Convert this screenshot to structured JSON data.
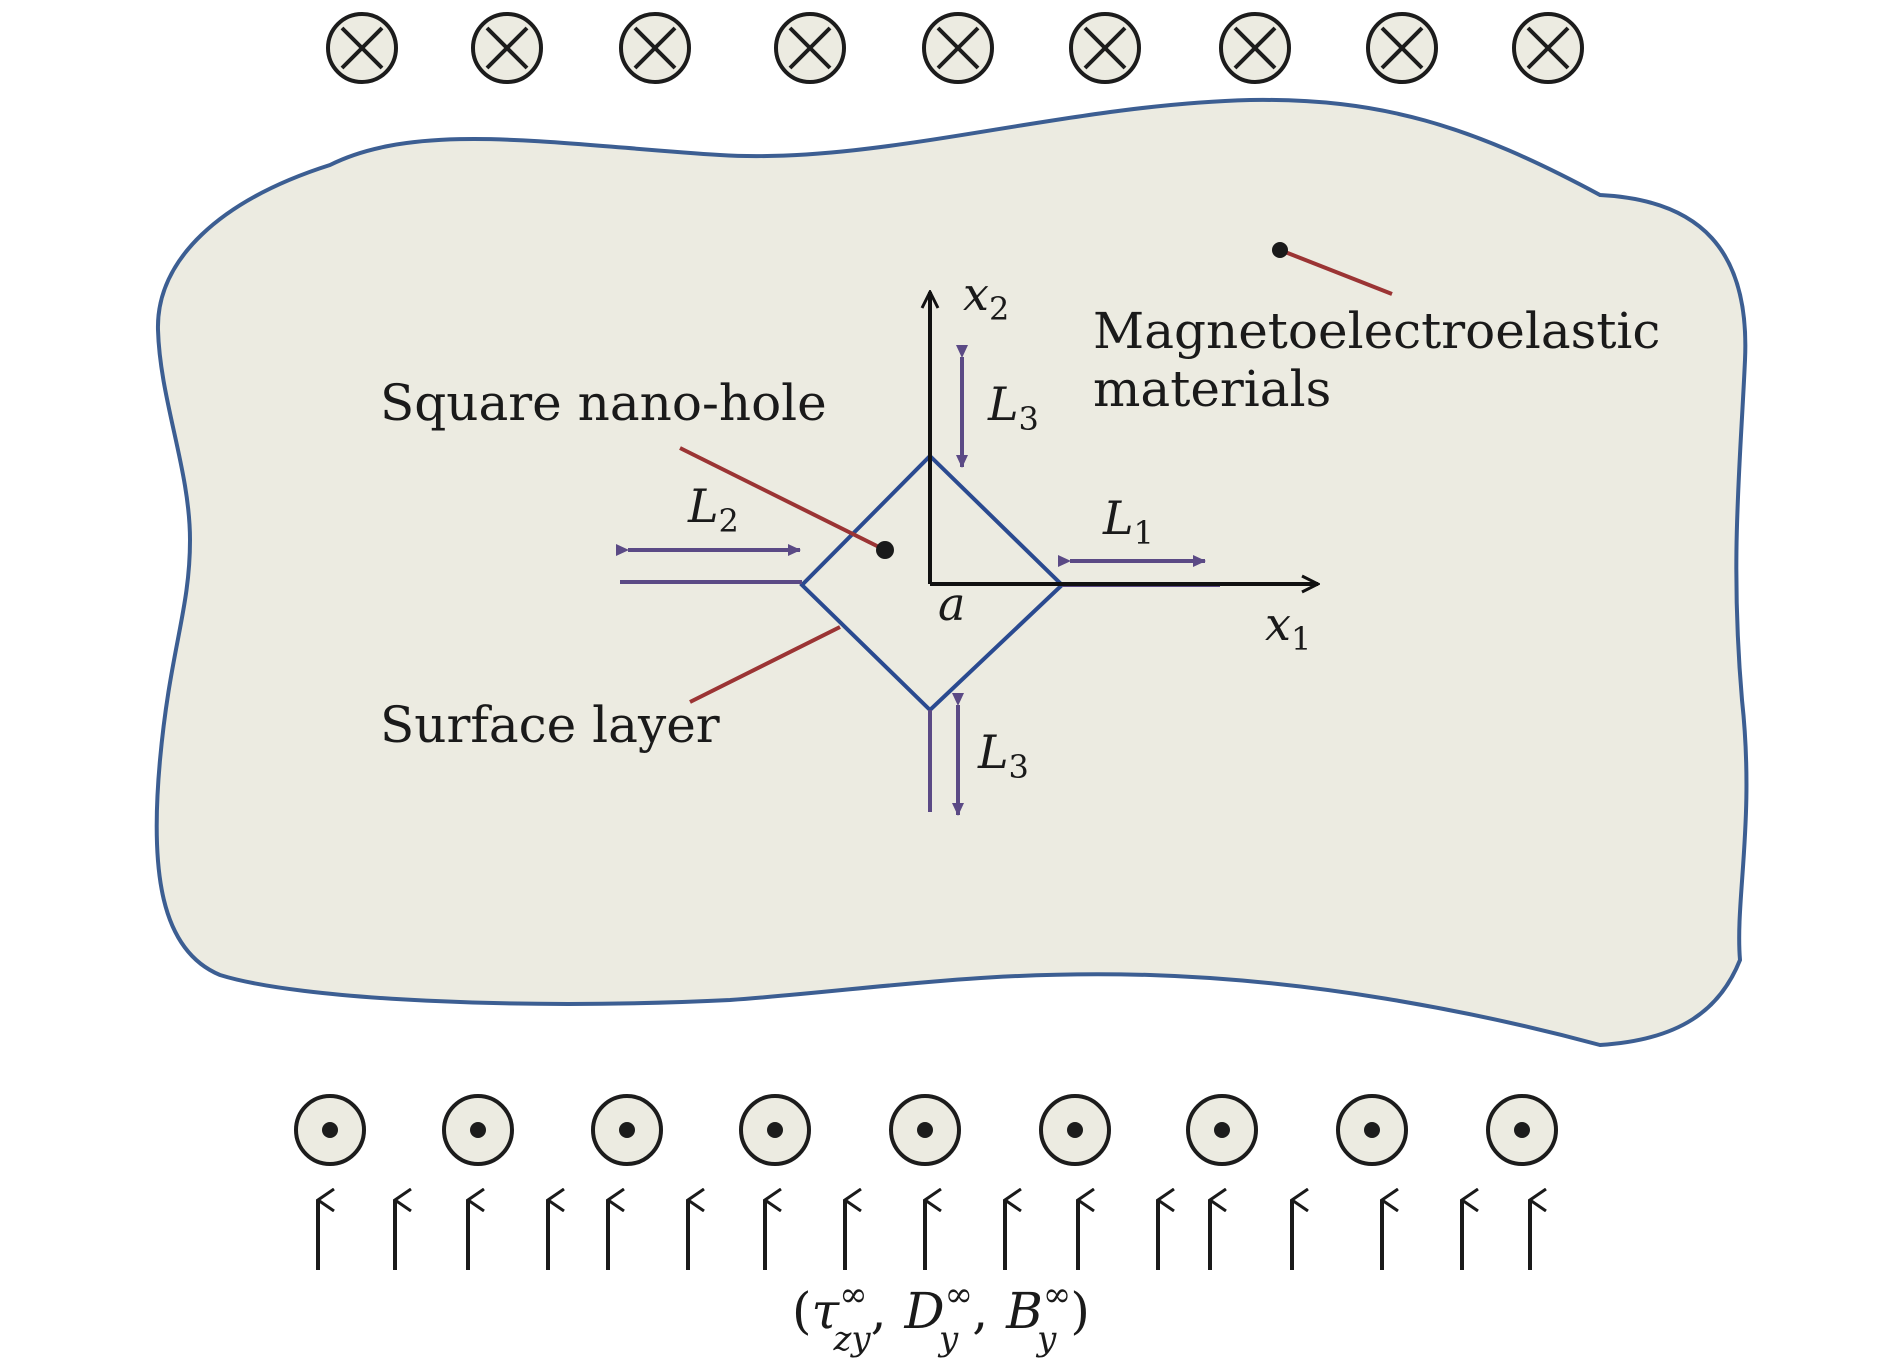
{
  "colors": {
    "background": "#ffffff",
    "material_fill": "#ecebe1",
    "material_border": "#3c5e92",
    "hole_border": "#2a4a90",
    "leader_line": "#9b3434",
    "dimension_arrow": "#5b4a85",
    "axis": "#111111",
    "symbol_fill": "#ecebe1",
    "symbol_stroke": "#1c1c1c"
  },
  "labels": {
    "material_line1": "Magnetoelectroelastic",
    "material_line2": "materials",
    "hole": "Square nano-hole",
    "surface": "Surface layer",
    "axis_x1_base": "x",
    "axis_x1_sub": "1",
    "axis_x2_base": "x",
    "axis_x2_sub": "2",
    "origin_a": "a",
    "L1_base": "L",
    "L1_sub": "1",
    "L2_base": "L",
    "L2_sub": "2",
    "L3_top_base": "L",
    "L3_top_sub": "3",
    "L3_bottom_base": "L",
    "L3_bottom_sub": "3"
  },
  "loading": {
    "open_paren": "(",
    "tau": "τ",
    "tau_sup": "∞",
    "tau_sub": "zy",
    "comma1": ",",
    "D": "D",
    "D_sup": "∞",
    "D_sub": "y",
    "comma2": ",",
    "B": "B",
    "B_sup": "∞",
    "B_sub": "y",
    "close_paren": ")"
  },
  "symbols": {
    "top_row_icon": "cross-circle-icon (field into page)",
    "top_row_count": 9,
    "bottom_row_icon": "dot-circle-icon (field out of page)",
    "bottom_row_count": 9,
    "arrow_icon": "up-arrow-icon",
    "arrow_count": 17
  }
}
